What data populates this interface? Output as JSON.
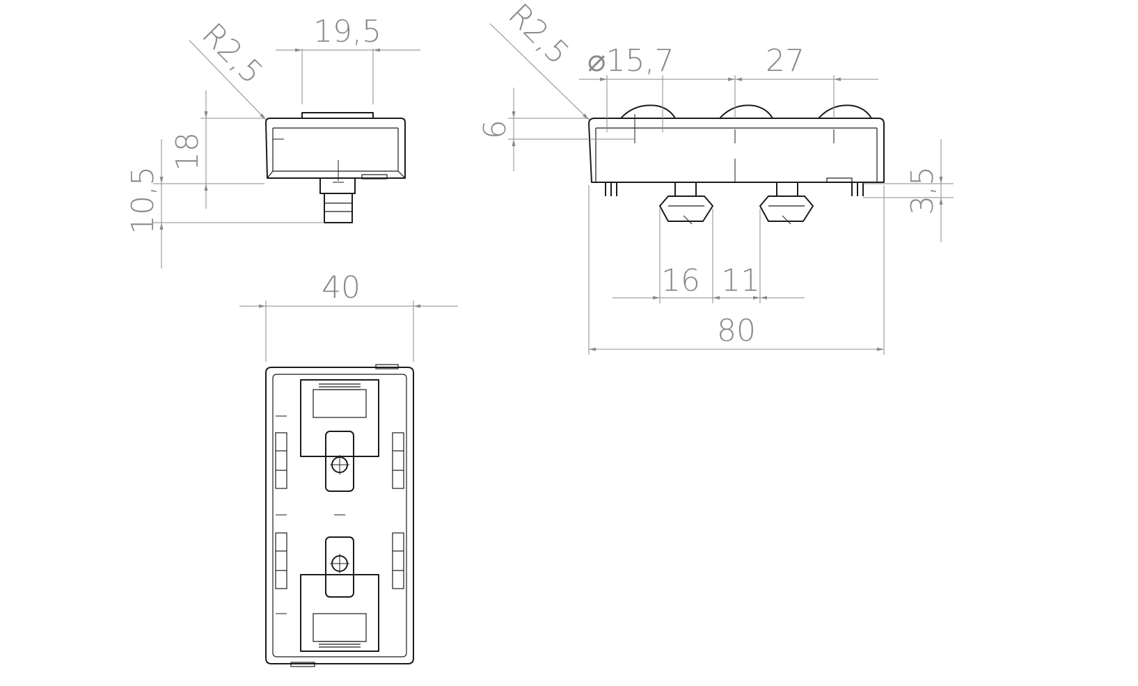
{
  "dimensions": {
    "side_width": "19,5",
    "side_radius": "R2,5",
    "side_height_total": "18",
    "side_height_lower": "10,5",
    "top_width": "40",
    "front_radius": "R2,5",
    "front_diameter": "⌀15,7",
    "front_pitch": "27",
    "front_height": "6",
    "front_pin_height": "3,5",
    "front_nut_width": "16",
    "front_nut_gap": "11",
    "front_length": "80"
  }
}
